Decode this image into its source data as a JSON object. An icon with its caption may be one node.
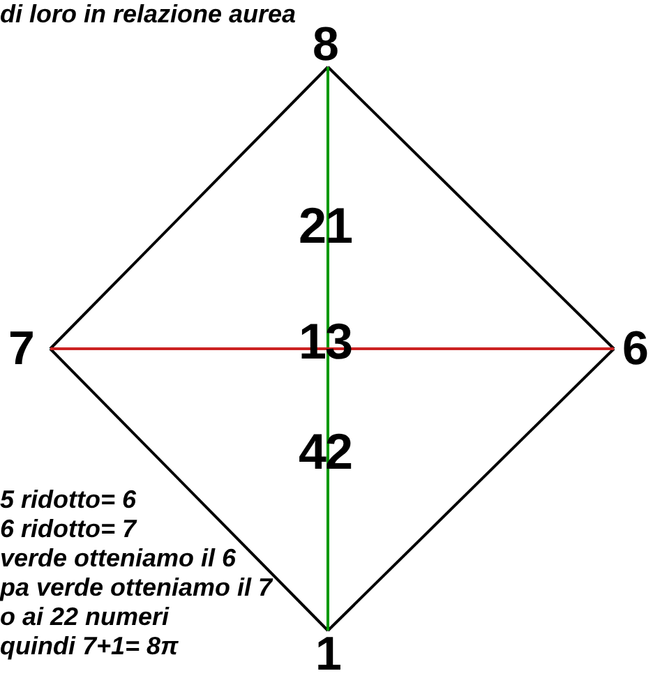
{
  "diagram": {
    "nodes": [
      {
        "text": [
          "8"
        ]
      },
      {
        "text": [
          "7"
        ]
      },
      {
        "text": [
          "6"
        ]
      },
      {
        "text": [
          "1"
        ]
      }
    ],
    "edges": [
      {
        "from": 0,
        "to": 1,
        "arrow": "none"
      },
      {
        "from": 1,
        "to": 3,
        "arrow": "none"
      },
      {
        "from": 3,
        "to": 2,
        "arrow": "none"
      },
      {
        "from": 2,
        "to": 0,
        "arrow": "none"
      },
      {
        "from": 0,
        "to": 3,
        "arrow": "none",
        "color": "#009900"
      },
      {
        "from": 1,
        "to": 2,
        "arrow": "none",
        "color": "#cc2222"
      }
    ],
    "labels": [
      "di loro in relazione aurea",
      "21",
      "13",
      "42",
      "5 ridotto= 6",
      "6 ridotto= 7",
      "verde otteniamo il 6",
      "pa verde otteniamo il 7",
      "o ai 22 numeri",
      "quindi 7+1= 8π"
    ]
  }
}
